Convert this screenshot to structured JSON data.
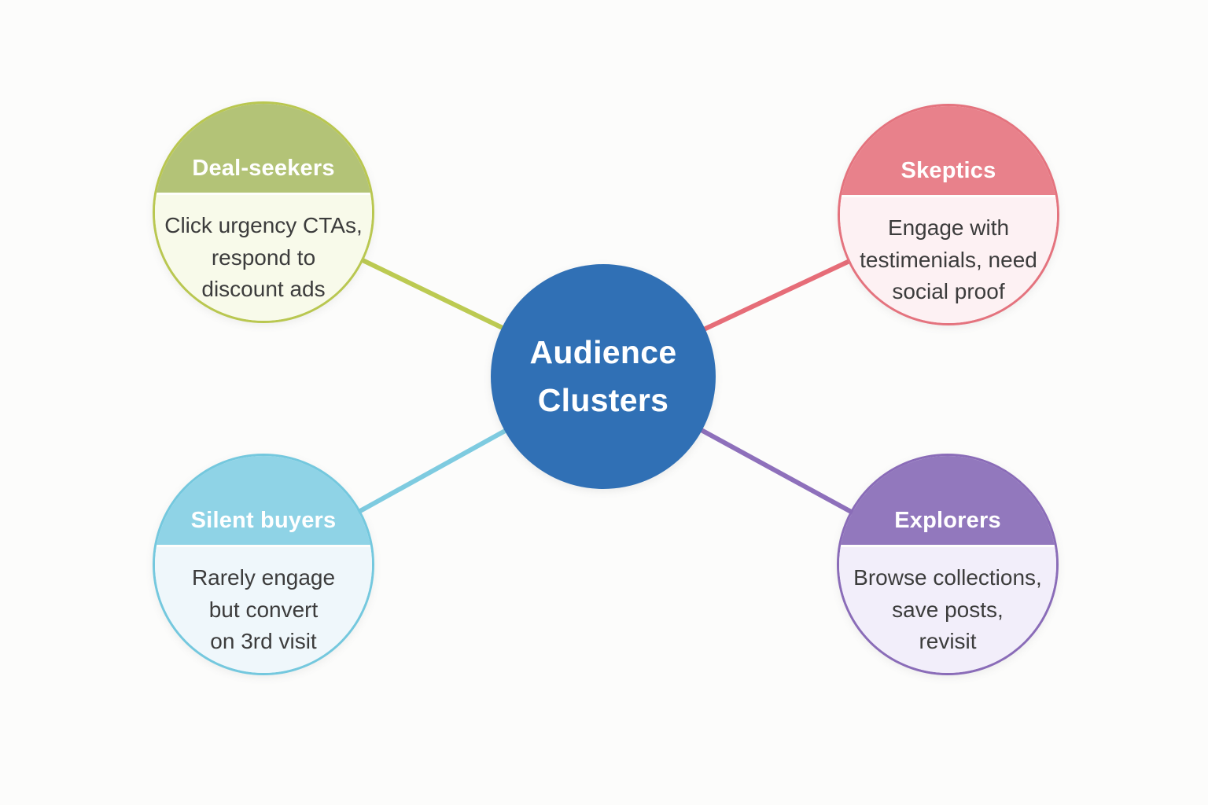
{
  "diagram": {
    "title": "Audience Clusters",
    "title_text_color": "#ffffff",
    "description_text_color": "#3c3c3c",
    "hub": {
      "label": "Audience\nClusters",
      "fill_color": "#3070b5",
      "text_color": "#ffffff"
    },
    "nodes": [
      {
        "id": "deal-seekers",
        "title": "Deal-seekers",
        "description": "Click urgency CTAs,\nrespond to\ndiscount ads",
        "cap_color": "#b3c377",
        "body_color": "#f8faea",
        "border_color": "#b9c750",
        "line_color": "#bcca52"
      },
      {
        "id": "skeptics",
        "title": "Skeptics",
        "description": "Engage with\ntestimenials, need\nsocial proof",
        "cap_color": "#e8818b",
        "body_color": "#fdf1f3",
        "border_color": "#e4737e",
        "line_color": "#e66d78"
      },
      {
        "id": "silent-buyers",
        "title": "Silent buyers",
        "description": "Rarely engage\nbut convert\non 3rd visit",
        "cap_color": "#8fd3e6",
        "body_color": "#eff7fb",
        "border_color": "#74c8de",
        "line_color": "#7ecbe0"
      },
      {
        "id": "explorers",
        "title": "Explorers",
        "description": "Browse collections,\nsave posts,\nrevisit",
        "cap_color": "#9278bd",
        "body_color": "#f2eefa",
        "border_color": "#8a6cb8",
        "line_color": "#8e70bb"
      }
    ]
  }
}
